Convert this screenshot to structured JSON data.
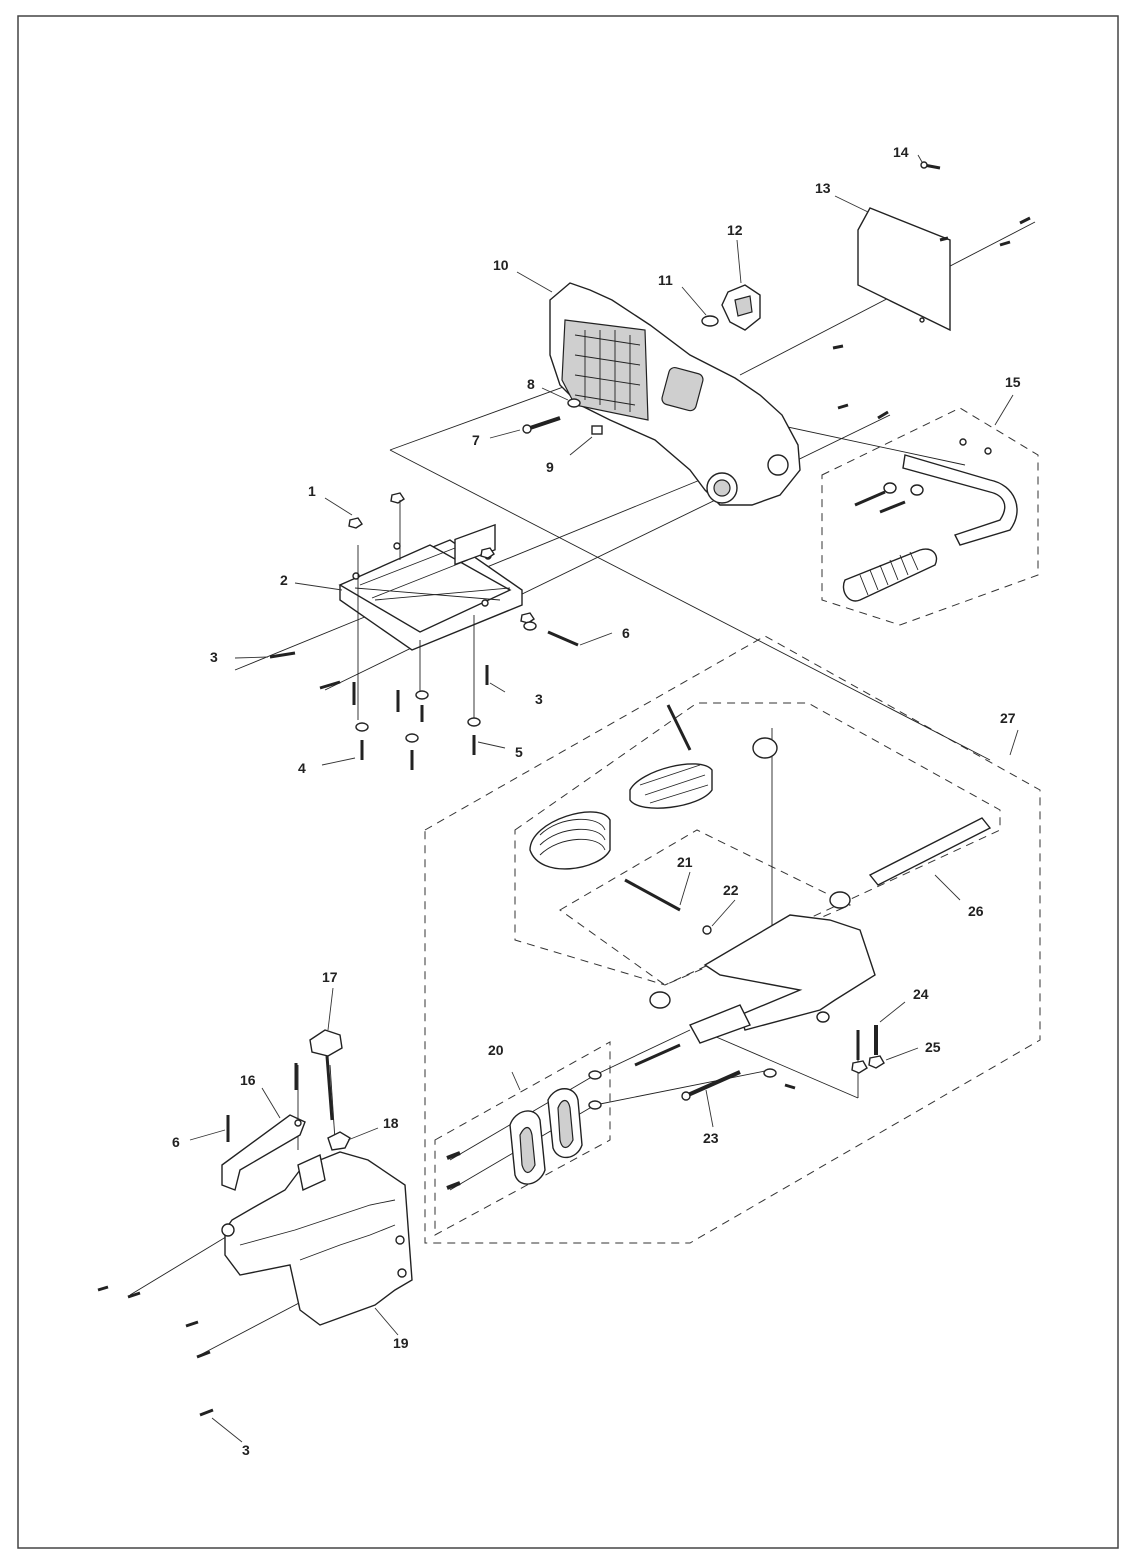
{
  "diagram": {
    "callouts": [
      "1",
      "2",
      "3",
      "3",
      "3",
      "4",
      "5",
      "6",
      "6",
      "7",
      "8",
      "9",
      "10",
      "11",
      "12",
      "13",
      "14",
      "15",
      "16",
      "17",
      "18",
      "19",
      "20",
      "21",
      "22",
      "23",
      "24",
      "25",
      "26",
      "27"
    ]
  },
  "colors": {
    "ink": "#222222",
    "background": "#ffffff",
    "part_shade": "#cfcfcf"
  }
}
